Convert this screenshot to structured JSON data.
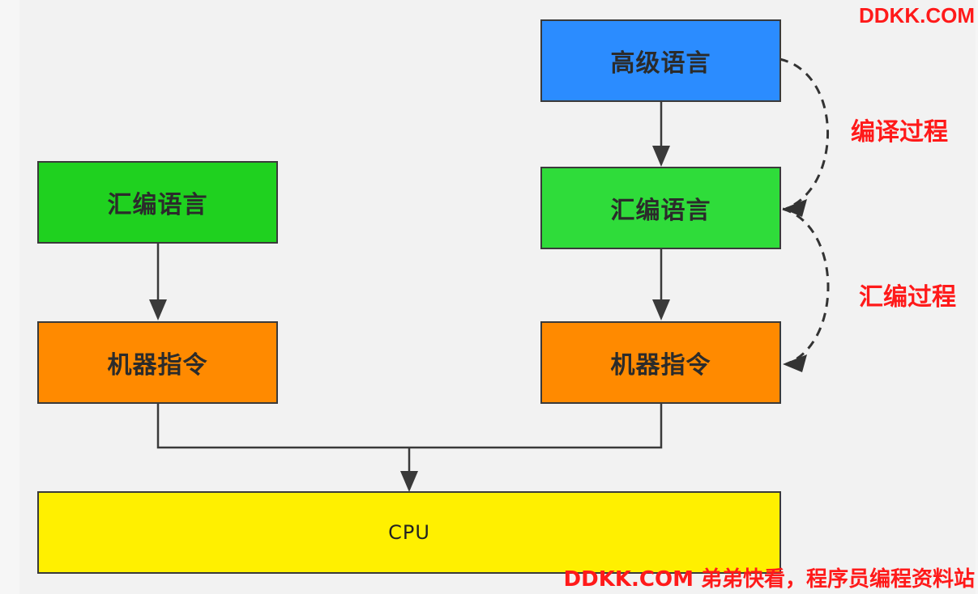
{
  "boxes": {
    "left_assembly": "汇编语言",
    "left_machine": "机器指令",
    "high_level": "高级语言",
    "right_assembly": "汇编语言",
    "right_machine": "机器指令",
    "cpu": "CPU"
  },
  "processes": {
    "compile": "编译过程",
    "assemble": "汇编过程"
  },
  "watermarks": {
    "top": "DDKK.COM",
    "bottom": "DDKK.COM 弟弟快看，程序员编程资料站"
  },
  "colors": {
    "high_level": "#2b8cff",
    "assembly": "#1fd11f",
    "machine": "#ff8a00",
    "cpu": "#fff000",
    "annotation": "#ff1a1a"
  }
}
